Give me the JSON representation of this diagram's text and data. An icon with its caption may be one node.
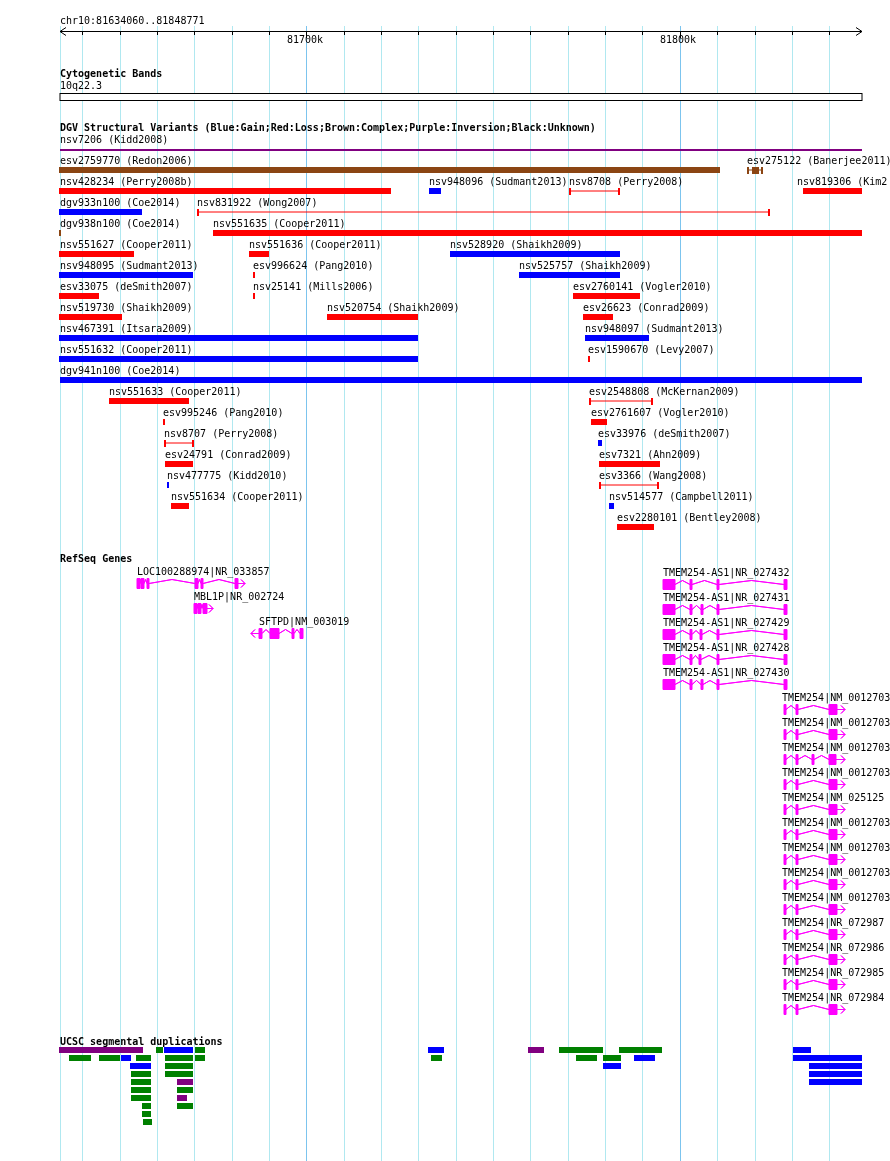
{
  "diagram": {
    "labels": [
      "chr10:81634060..81848771",
      "81700k",
      "81800k",
      "Cytogenetic Bands",
      "10q22.3",
      "DGV Structural Variants (Blue:Gain;Red:Loss;Brown:Complex;Purple:Inversion;Black:Unknown)",
      "nsv7206 (Kidd2008)",
      "esv2759770 (Redon2006)",
      "esv275122 (Banerjee2011)",
      "nsv428234 (Perry2008b)",
      "nsv948096 (Sudmant2013)",
      "nsv8708 (Perry2008)",
      "nsv819306 (Kim2",
      "dgv933n100 (Coe2014)",
      "nsv831922 (Wong2007)",
      "dgv938n100 (Coe2014)",
      "nsv551635 (Cooper2011)",
      "nsv551627 (Cooper2011)",
      "nsv551636 (Cooper2011)",
      "nsv528920 (Shaikh2009)",
      "nsv948095 (Sudmant2013)",
      "esv996624 (Pang2010)",
      "nsv525757 (Shaikh2009)",
      "esv33075 (deSmith2007)",
      "nsv25141 (Mills2006)",
      "esv2760141 (Vogler2010)",
      "nsv519730 (Shaikh2009)",
      "nsv520754 (Shaikh2009)",
      "esv26623 (Conrad2009)",
      "nsv467391 (Itsara2009)",
      "nsv948097 (Sudmant2013)",
      "nsv551632 (Cooper2011)",
      "esv1590670 (Levy2007)",
      "dgv941n100 (Coe2014)",
      "nsv551633 (Cooper2011)",
      "esv2548808 (McKernan2009)",
      "esv995246 (Pang2010)",
      "esv2761607 (Vogler2010)",
      "nsv8707 (Perry2008)",
      "esv33976 (deSmith2007)",
      "esv24791 (Conrad2009)",
      "esv7321 (Ahn2009)",
      "nsv477775 (Kidd2010)",
      "esv3366 (Wang2008)",
      "nsv551634 (Cooper2011)",
      "nsv514577 (Campbell2011)",
      "esv2280101 (Bentley2008)",
      "RefSeq Genes",
      "LOC100288974|NR_033857",
      "TMEM254-AS1|NR_027432",
      "MBL1P|NR_002724",
      "TMEM254-AS1|NR_027431",
      "SFTPD|NM_003019",
      "TMEM254-AS1|NR_027429",
      "TMEM254-AS1|NR_027428",
      "TMEM254-AS1|NR_027430",
      "TMEM254|NM_0012703",
      "TMEM254|NM_0012703",
      "TMEM254|NM_0012703",
      "TMEM254|NM_0012703",
      "TMEM254|NM_025125",
      "TMEM254|NM_0012703",
      "TMEM254|NM_0012703",
      "TMEM254|NM_0012703",
      "TMEM254|NM_0012703",
      "TMEM254|NR_072987",
      "TMEM254|NR_072986",
      "TMEM254|NR_072985",
      "TMEM254|NR_072984",
      "UCSC segmental duplications"
    ]
  }
}
